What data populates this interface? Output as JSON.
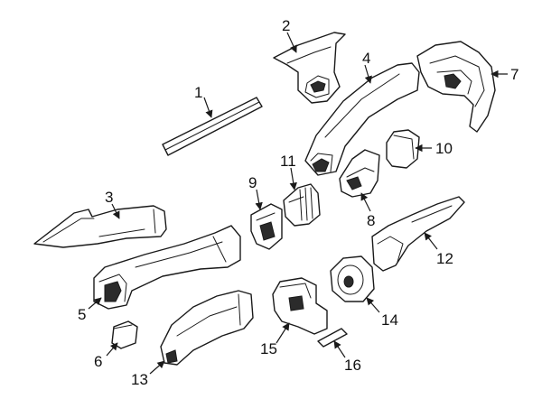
{
  "callouts": [
    {
      "id": "p1",
      "text": "1"
    },
    {
      "id": "p2",
      "text": "2"
    },
    {
      "id": "p3",
      "text": "3"
    },
    {
      "id": "p4",
      "text": "4"
    },
    {
      "id": "p5",
      "text": "5"
    },
    {
      "id": "p6",
      "text": "6"
    },
    {
      "id": "p7",
      "text": "7"
    },
    {
      "id": "p8",
      "text": "8"
    },
    {
      "id": "p9",
      "text": "9"
    },
    {
      "id": "p10",
      "text": "10"
    },
    {
      "id": "p11",
      "text": "11"
    },
    {
      "id": "p12",
      "text": "12"
    },
    {
      "id": "p13",
      "text": "13"
    },
    {
      "id": "p14",
      "text": "14"
    },
    {
      "id": "p15",
      "text": "15"
    },
    {
      "id": "p16",
      "text": "16"
    }
  ],
  "colors": {
    "line": "#1a1a1a",
    "background": "#ffffff"
  }
}
